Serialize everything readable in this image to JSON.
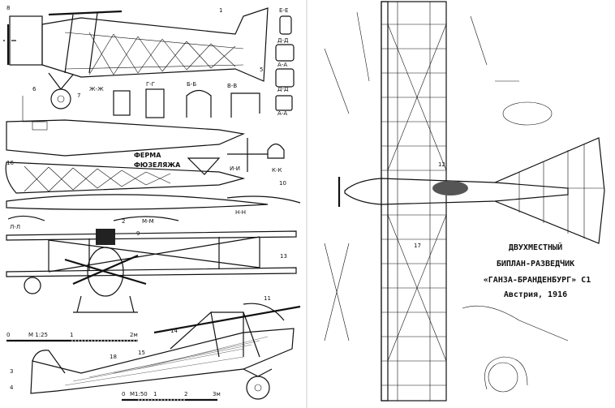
{
  "title": {
    "line1": "ДВУХМЕСТНЫЙ",
    "line2": "БИПЛАН-РАЗВЕДЧИК",
    "line3": "«ГАНЗА-БРАНДЕНБУРГ» C1",
    "line4": "Австрия, 1916"
  },
  "labels": {
    "fuselage_truss": "ФЕРМА",
    "fuselage_truss2": "ФЮЗЕЛЯЖА",
    "sections": [
      "Е-Е",
      "Д-Д",
      "А-А",
      "В-В",
      "Г-Г",
      "Б-Б",
      "Ж-Ж",
      "И-И",
      "К-К",
      "Л-Л",
      "М-М",
      "Н-Н",
      "Д-Д",
      "А-А"
    ]
  },
  "scales": {
    "small": {
      "zero": "0",
      "name": "М 1:25",
      "one": "1",
      "two": "2м"
    },
    "large": {
      "zero": "0",
      "name": "М1:50",
      "one": "1",
      "two": "2",
      "three": "3м"
    }
  },
  "callouts": [
    "1",
    "2",
    "3",
    "4",
    "5",
    "6",
    "7",
    "8",
    "9",
    "10",
    "11",
    "12",
    "13",
    "14",
    "15",
    "16",
    "17",
    "18"
  ]
}
